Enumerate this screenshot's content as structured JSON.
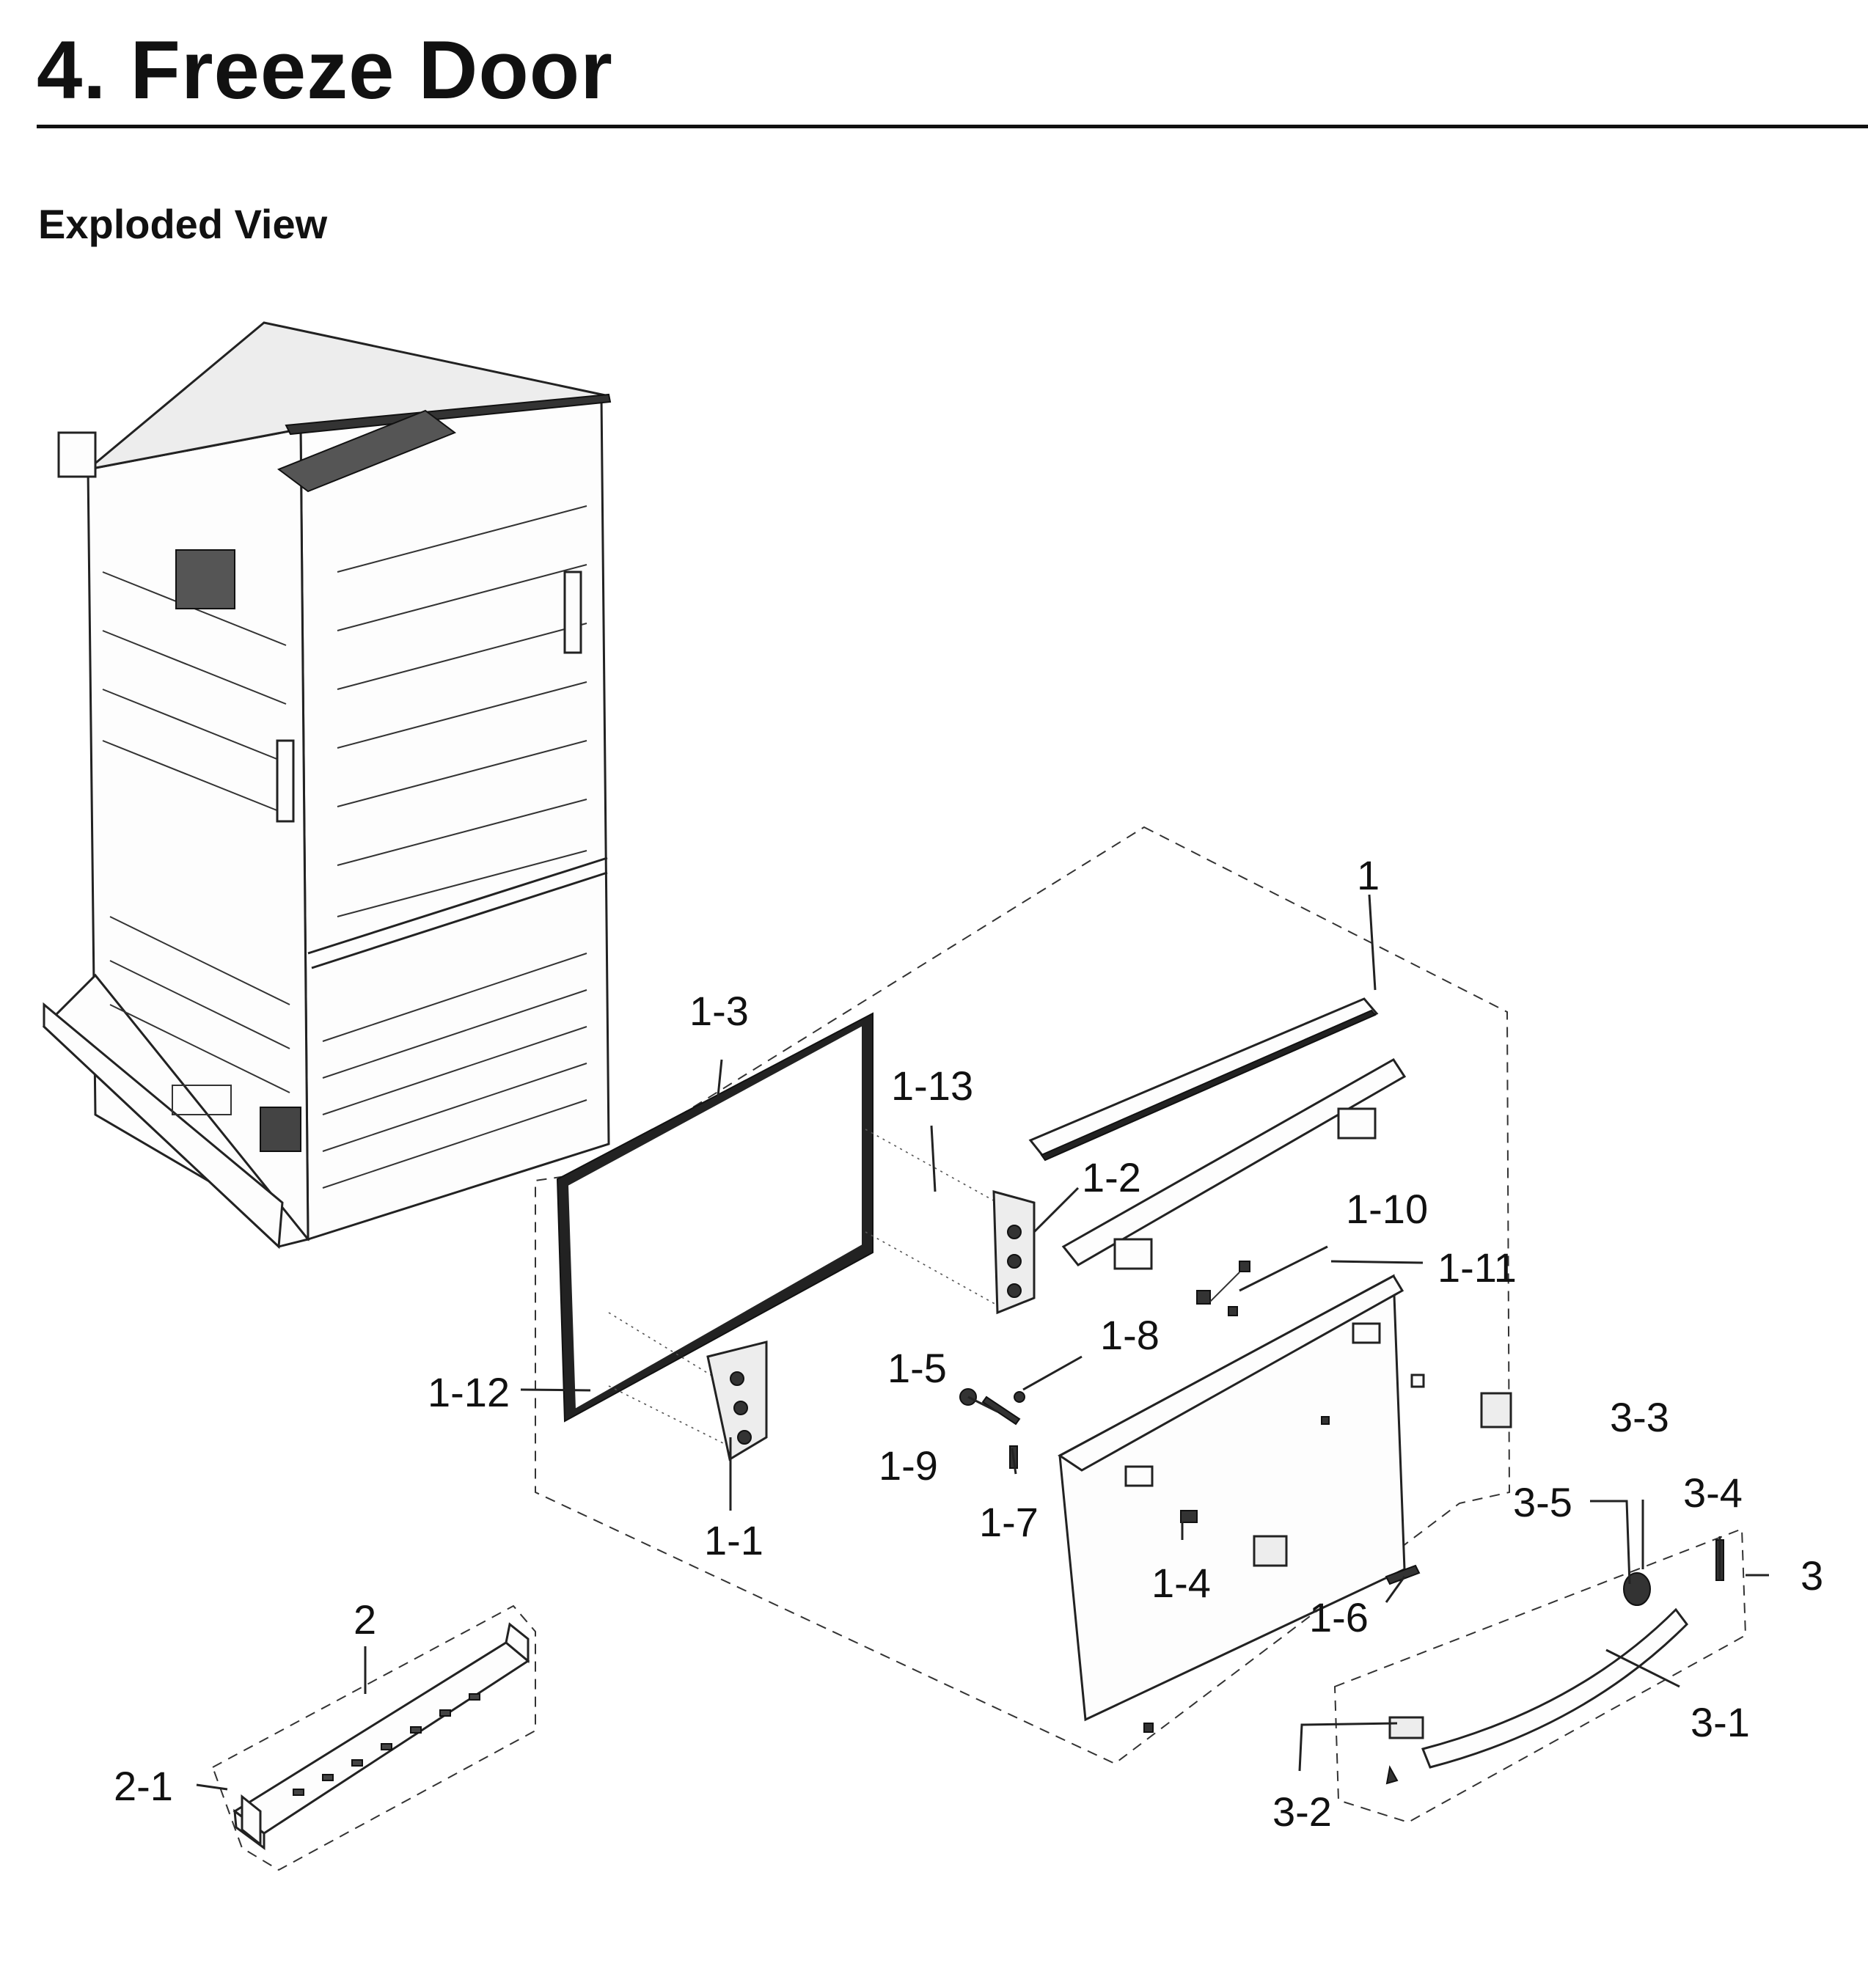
{
  "header": {
    "title": "4.  Freeze Door",
    "subtitle": "Exploded View"
  },
  "callouts": {
    "c1": "1",
    "c1_1": "1-1",
    "c1_2": "1-2",
    "c1_3": "1-3",
    "c1_4": "1-4",
    "c1_5": "1-5",
    "c1_6": "1-6",
    "c1_7": "1-7",
    "c1_8": "1-8",
    "c1_9": "1-9",
    "c1_10": "1-10",
    "c1_11": "1-11",
    "c1_12": "1-12",
    "c1_13": "1-13",
    "c2": "2",
    "c2_1": "2-1",
    "c3": "3",
    "c3_1": "3-1",
    "c3_2": "3-2",
    "c3_3": "3-3",
    "c3_4": "3-4",
    "c3_5": "3-5"
  }
}
